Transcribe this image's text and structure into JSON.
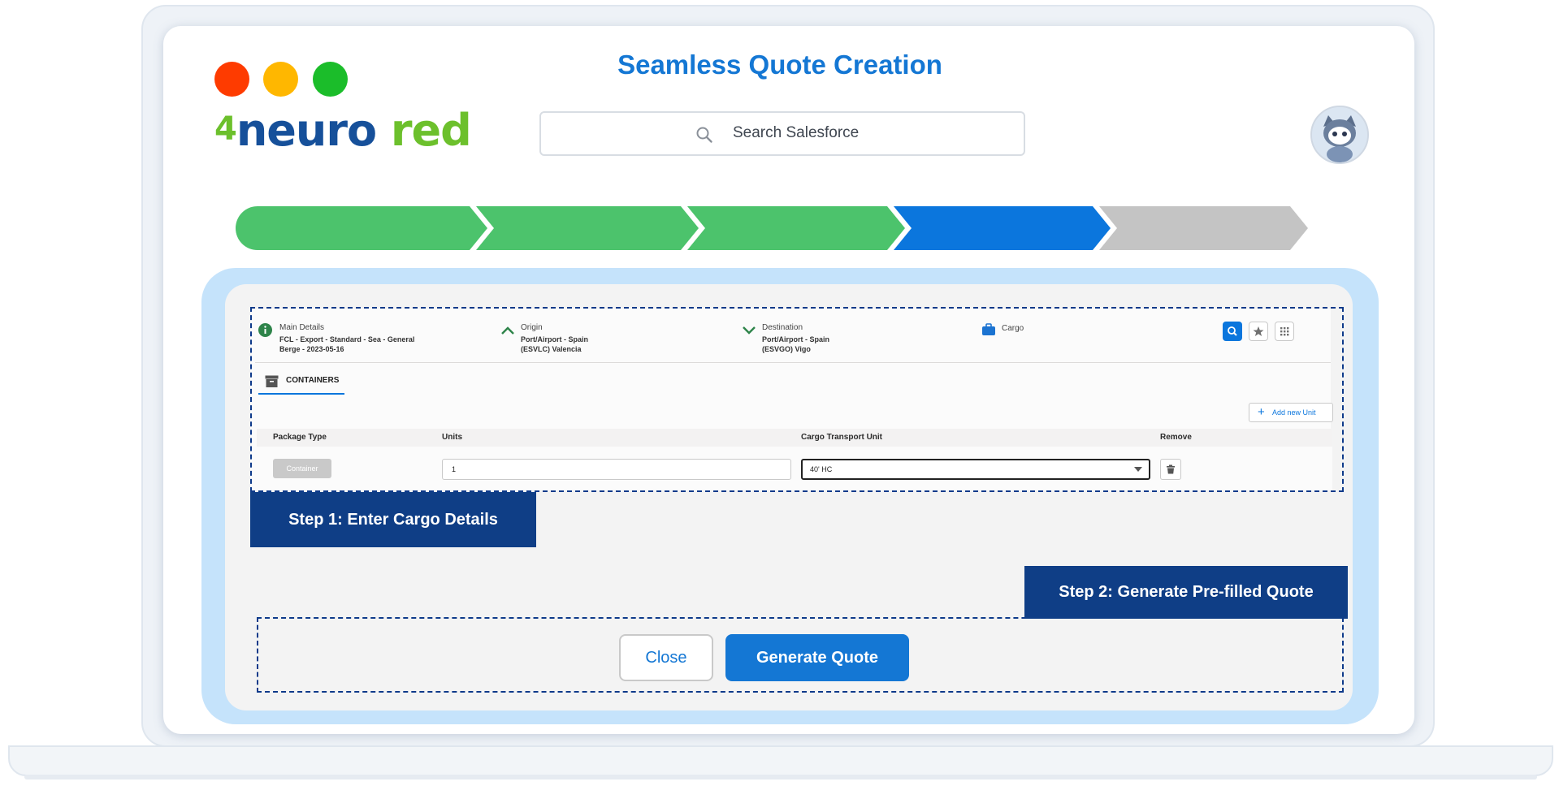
{
  "headline": "Seamless Quote Creation",
  "logo": {
    "part1": "neuro",
    "part2": "red",
    "mark": "4"
  },
  "search": {
    "placeholder": "Search Salesforce"
  },
  "progress": {
    "steps": [
      {
        "state": "complete",
        "color": "#4cc36c"
      },
      {
        "state": "complete",
        "color": "#4cc36c"
      },
      {
        "state": "complete",
        "color": "#4cc36c"
      },
      {
        "state": "current",
        "color": "#0b76dd"
      },
      {
        "state": "upcoming",
        "color": "#c4c4c4"
      }
    ]
  },
  "summary": {
    "main_details": {
      "label": "Main Details",
      "line1": "FCL - Export - Standard - Sea - General",
      "line2": "Berge - 2023-05-16"
    },
    "origin": {
      "label": "Origin",
      "line1": "Port/Airport - Spain",
      "line2": "(ESVLC) Valencia"
    },
    "destination": {
      "label": "Destination",
      "line1": "Port/Airport - Spain",
      "line2": "(ESVGO) Vigo"
    },
    "cargo": {
      "label": "Cargo"
    }
  },
  "tab": {
    "label": "CONTAINERS"
  },
  "add_unit_label": "Add new Unit",
  "table": {
    "headers": [
      "Package Type",
      "Units",
      "Cargo Transport Unit",
      "Remove"
    ],
    "row": {
      "package_type": "Container",
      "units": "1",
      "transport_unit": "40' HC"
    }
  },
  "steps": {
    "step1": "Step 1: Enter Cargo Details",
    "step2": "Step 2: Generate Pre-filled Quote"
  },
  "buttons": {
    "close": "Close",
    "generate": "Generate Quote"
  },
  "colors": {
    "accent": "#1477d4",
    "navy": "#0f3e86",
    "panel": "#c5e3fb"
  }
}
